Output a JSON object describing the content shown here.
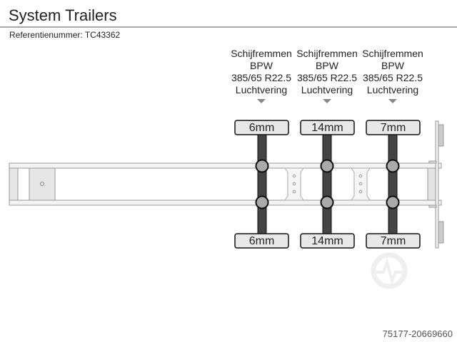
{
  "header": {
    "title": "System Trailers",
    "reference_label": "Referentienummer: TC43362"
  },
  "axles": [
    {
      "brake": "Schijfremmen",
      "make": "BPW",
      "tyre": "385/65 R22.5",
      "suspension": "Luchtvering",
      "tread_top": "6mm",
      "tread_bottom": "6mm"
    },
    {
      "brake": "Schijfremmen",
      "make": "BPW",
      "tyre": "385/65 R22.5",
      "suspension": "Luchtvering",
      "tread_top": "14mm",
      "tread_bottom": "14mm"
    },
    {
      "brake": "Schijfremmen",
      "make": "BPW",
      "tyre": "385/65 R22.5",
      "suspension": "Luchtvering",
      "tread_top": "7mm",
      "tread_bottom": "7mm"
    }
  ],
  "footer": {
    "id": "75177-20669660"
  },
  "icons": {
    "watermark": "gear-wave-logo-icon",
    "axle_marker": "triangle-down-icon"
  },
  "colors": {
    "frame_fill": "#e6e6e6",
    "frame_stroke": "#999999",
    "axle": "#444444",
    "hub": "#aaaaaa",
    "tyre_box": "#e8e8e8"
  }
}
